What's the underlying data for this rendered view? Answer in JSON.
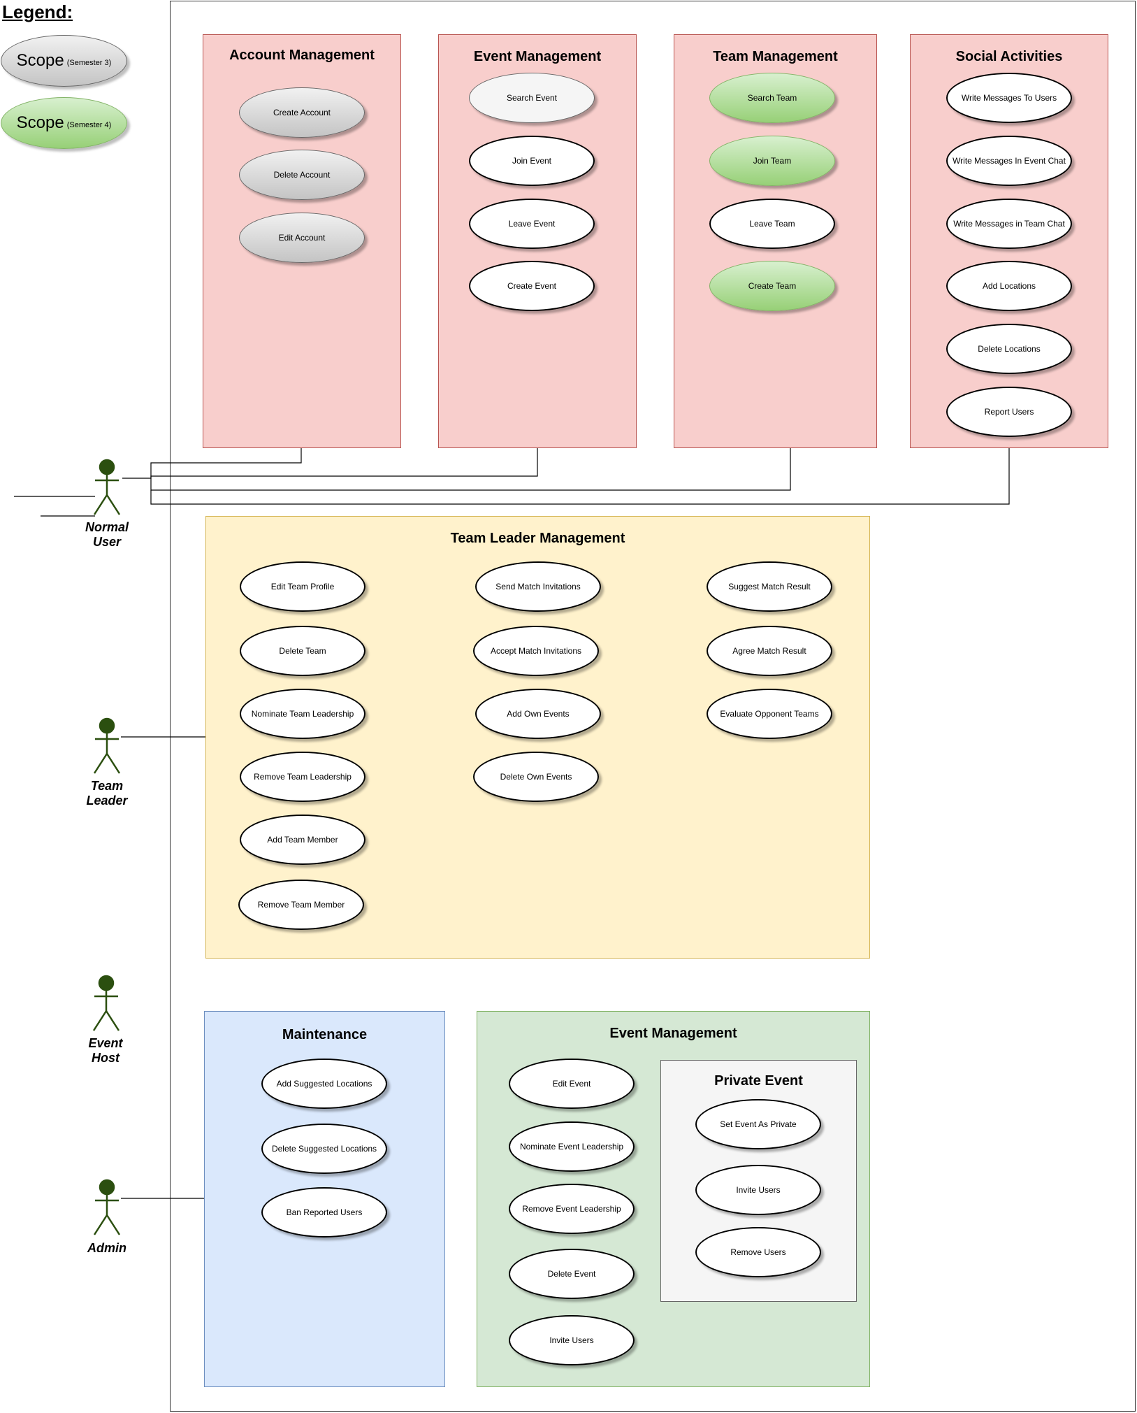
{
  "legend": {
    "title": "Legend:",
    "items": [
      {
        "label": "Scope",
        "note": "(Semester 3)",
        "color": "#c8c8c8"
      },
      {
        "label": "Scope",
        "note": "(Semester 4)",
        "color": "#97d077"
      }
    ]
  },
  "actors": {
    "normal_user": "Normal\nUser",
    "team_leader": "Team\nLeader",
    "event_host": "Event\nHost",
    "admin": "Admin"
  },
  "colors": {
    "actor": "#2b4f0f",
    "pkg_red": "#f8cecc",
    "pkg_yellow": "#fff2cc",
    "pkg_blue": "#dae8fc",
    "pkg_green": "#d5e8d4",
    "pkg_gray": "#f5f5f5"
  },
  "packages": {
    "account_management": {
      "title": "Account Management",
      "use_cases": [
        "Create Account",
        "Delete Account",
        "Edit Account"
      ]
    },
    "event_management": {
      "title": "Event Management",
      "use_cases": [
        "Search Event",
        "Join Event",
        "Leave Event",
        "Create Event"
      ]
    },
    "team_management": {
      "title": "Team Management",
      "use_cases": [
        "Search Team",
        "Join Team",
        "Leave Team",
        "Create Team"
      ]
    },
    "social_activities": {
      "title": "Social Activities",
      "use_cases": [
        "Write Messages To Users",
        "Write Messages In Event Chat",
        "Write Messages in Team Chat",
        "Add Locations",
        "Delete Locations",
        "Report Users"
      ]
    },
    "team_leader_management": {
      "title": "Team Leader Management",
      "col1": [
        "Edit Team Profile",
        "Delete Team",
        "Nominate Team Leadership",
        "Remove Team Leadership",
        "Add Team Member",
        "Remove Team Member"
      ],
      "col2": [
        "Send Match Invitations",
        "Accept Match Invitations",
        "Add Own Events",
        "Delete Own Events"
      ],
      "col3": [
        "Suggest Match Result",
        "Agree Match Result",
        "Evaluate Opponent Teams"
      ]
    },
    "maintenance": {
      "title": "Maintenance",
      "use_cases": [
        "Add Suggested Locations",
        "Delete Suggested Locations",
        "Ban Reported Users"
      ]
    },
    "host_event_management": {
      "title": "Event Management",
      "use_cases": [
        "Edit Event",
        "Nominate Event Leadership",
        "Remove Event Leadership",
        "Delete Event",
        "Invite Users"
      ]
    },
    "private_event": {
      "title": "Private Event",
      "use_cases": [
        "Set Event As Private",
        "Invite Users",
        "Remove Users"
      ]
    }
  }
}
